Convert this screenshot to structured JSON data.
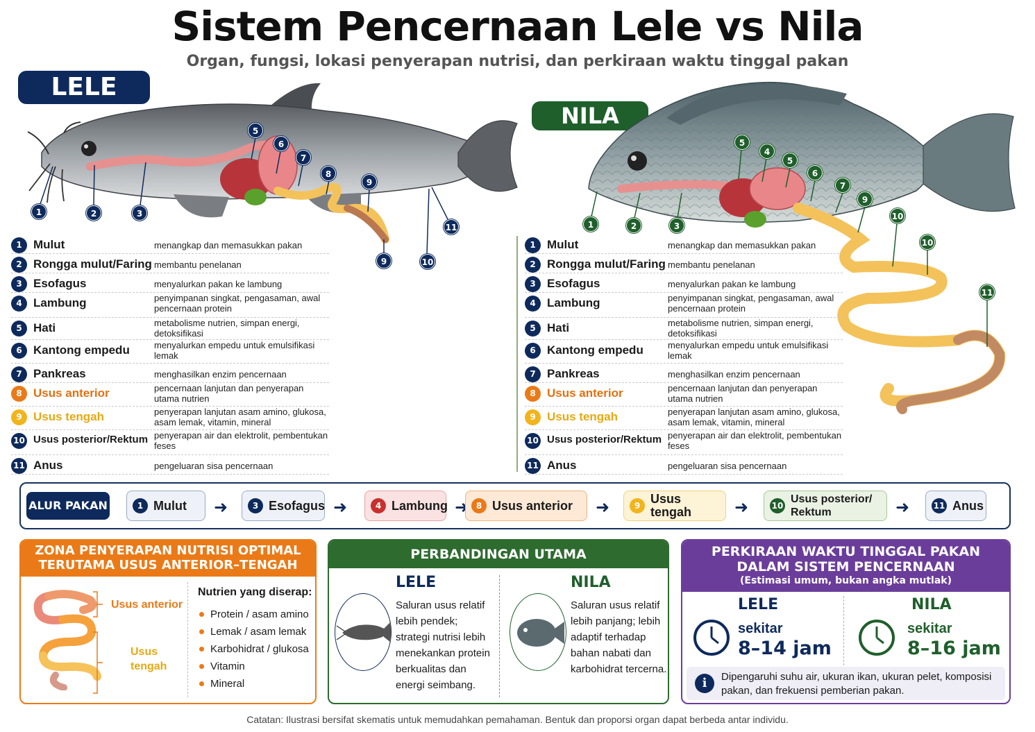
{
  "title": "Sistem Pencernaan Lele vs Nila",
  "subtitle": "Organ, fungsi, lokasi penyerapan nutrisi, dan perkiraan waktu tinggal pakan",
  "badges": {
    "lele": "LELE",
    "nila": "NILA"
  },
  "colors": {
    "navy": "#0e2a5c",
    "green": "#1f5f2b",
    "orange": "#ea7a17",
    "yellow": "#f2b41c",
    "purple": "#6b3d9a"
  },
  "organs": [
    {
      "num": "1",
      "name": "Mulut",
      "func": "menangkap dan memasukkan pakan",
      "color": "navy"
    },
    {
      "num": "2",
      "name": "Rongga mulut/Faring",
      "func": "membantu penelanan",
      "color": "navy"
    },
    {
      "num": "3",
      "name": "Esofagus",
      "func": "menyalurkan pakan ke lambung",
      "color": "navy"
    },
    {
      "num": "4",
      "name": "Lambung",
      "func": "penyimpanan singkat, pengasaman, awal pencernaan protein",
      "color": "navy"
    },
    {
      "num": "5",
      "name": "Hati",
      "func": "metabolisme nutrien, simpan energi, detoksifikasi",
      "color": "navy"
    },
    {
      "num": "6",
      "name": "Kantong empedu",
      "func": "menyalurkan empedu untuk emulsifikasi lemak",
      "color": "navy"
    },
    {
      "num": "7",
      "name": "Pankreas",
      "func": "menghasilkan enzim pencernaan",
      "color": "navy"
    },
    {
      "num": "8",
      "name": "Usus anterior",
      "func": "pencernaan lanjutan dan penyerapan utama nutrien",
      "color": "orange"
    },
    {
      "num": "9",
      "name": "Usus tengah",
      "func": "penyerapan lanjutan asam amino, glukosa, asam lemak, vitamin, mineral",
      "color": "yellow"
    },
    {
      "num": "10",
      "name": "Usus posterior/Rektum",
      "func": "penyerapan air dan elektrolit, pembentukan feses",
      "color": "navy"
    },
    {
      "num": "11",
      "name": "Anus",
      "func": "pengeluaran sisa pencernaan",
      "color": "navy"
    }
  ],
  "callouts": {
    "lele": [
      "1",
      "2",
      "3",
      "5",
      "6",
      "7",
      "8",
      "9",
      "9",
      "10",
      "11"
    ],
    "nila": [
      "1",
      "2",
      "3",
      "5",
      "4",
      "5",
      "6",
      "7",
      "9",
      "10",
      "10",
      "11"
    ]
  },
  "flow": {
    "label": "ALUR PAKAN",
    "steps": [
      {
        "num": "1",
        "text": "Mulut",
        "color": "navy"
      },
      {
        "num": "3",
        "text": "Esofagus",
        "color": "navy"
      },
      {
        "num": "4",
        "text": "Lambung",
        "color": "red"
      },
      {
        "num": "8",
        "text": "Usus anterior",
        "color": "orange"
      },
      {
        "num": "9",
        "text": "Usus tengah",
        "color": "yellow"
      },
      {
        "num": "10",
        "text": "Usus posterior/ Rektum",
        "color": "green"
      },
      {
        "num": "11",
        "text": "Anus",
        "color": "navy"
      }
    ],
    "arrow": "➜"
  },
  "zona": {
    "title_line1": "ZONA PENYERAPAN NUTRISI OPTIMAL",
    "title_line2": "TERUTAMA USUS ANTERIOR–TENGAH",
    "label_anterior": "Usus anterior",
    "label_tengah": "Usus tengah",
    "nutrients_title": "Nutrien yang diserap:",
    "nutrients": [
      "Protein / asam amino",
      "Lemak / asam lemak",
      "Karbohidrat / glukosa",
      "Vitamin",
      "Mineral"
    ]
  },
  "perbandingan": {
    "title": "PERBANDINGAN UTAMA",
    "lele_title": "LELE",
    "lele_text": "Saluran usus relatif lebih pendek; strategi nutrisi lebih menekankan protein berkualitas dan energi seimbang.",
    "nila_title": "NILA",
    "nila_text": "Saluran usus relatif lebih panjang; lebih adaptif terhadap bahan nabati dan karbohidrat tercerna."
  },
  "waktu": {
    "title_line1": "PERKIRAAN WAKTU TINGGAL PAKAN",
    "title_line2": "DALAM SISTEM PENCERNAAN",
    "title_note": "(Estimasi umum, bukan angka mutlak)",
    "lele_title": "LELE",
    "lele_prefix": "sekitar",
    "lele_value": "8–14 jam",
    "nila_title": "NILA",
    "nila_prefix": "sekitar",
    "nila_value": "8–16 jam",
    "info_text": "Dipengaruhi suhu air, ukuran ikan, ukuran pelet, komposisi pakan, dan frekuensi pemberian pakan."
  },
  "footnote": "Catatan: Ilustrasi bersifat skematis untuk memudahkan pemahaman. Bentuk dan proporsi organ dapat berbeda antar individu."
}
